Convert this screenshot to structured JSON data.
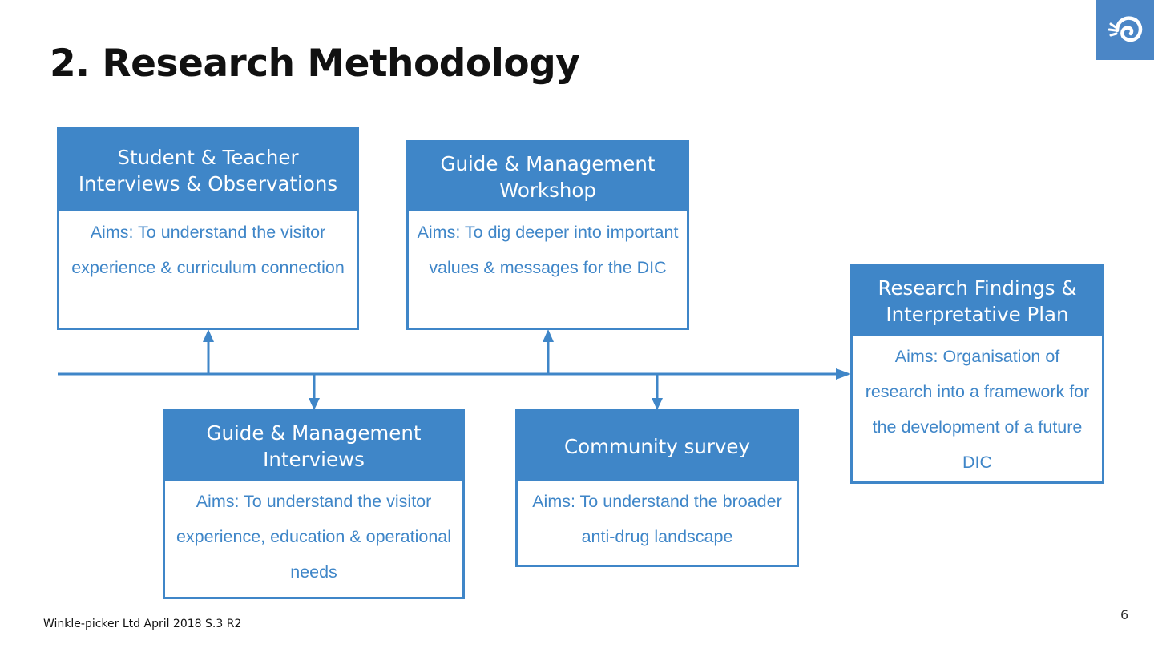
{
  "slide": {
    "title": "2. Research Methodology",
    "footer": "Winkle-picker Ltd April 2018 S.3 R2",
    "page_number": "6"
  },
  "logo": {
    "icon": "shell-logo-icon",
    "background": "#4b86c6"
  },
  "colors": {
    "accent": "#3f86c8",
    "text": "#111111"
  },
  "boxes": {
    "student_teacher": {
      "title": "Student & Teacher Interviews & Observations",
      "aims": "Aims: To understand the visitor experience & curriculum connection"
    },
    "guide_workshop": {
      "title": "Guide & Management Workshop",
      "aims": "Aims: To dig deeper into important values & messages for the DIC"
    },
    "guide_interviews": {
      "title": "Guide & Management Interviews",
      "aims": "Aims: To understand the visitor experience, education & operational needs"
    },
    "community_survey": {
      "title": "Community survey",
      "aims": "Aims: To understand the broader anti-drug landscape"
    },
    "research_findings": {
      "title": "Research Findings & Interpretative Plan",
      "aims": "Aims: Organisation of research into a framework for the development of a future DIC"
    }
  }
}
